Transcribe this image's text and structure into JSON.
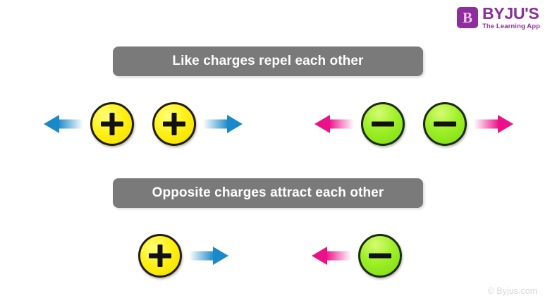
{
  "logo": {
    "mark_glyph": "B",
    "mark_icon": "byjus-book-icon",
    "title": "BYJU'S",
    "tagline": "The Learning App",
    "brand_color": "#8e2d9c"
  },
  "banners": {
    "repel": "Like charges repel each other",
    "attract": "Opposite charges attract each other",
    "background_color": "#7a7a7a",
    "text_color": "#ffffff"
  },
  "charges": {
    "positive_symbol": "+",
    "negative_symbol": "−",
    "positive_color": "#ffef12",
    "negative_color": "#9ff028",
    "positive_arrow_color": "#1b88c9",
    "negative_arrow_color": "#ec1089"
  },
  "diagram": {
    "rows": [
      {
        "id": "repel-positive",
        "label": "like positive charges repelling",
        "items": [
          {
            "kind": "arrow",
            "direction": "left",
            "color": "blue",
            "name": "force-arrow-left-blue"
          },
          {
            "kind": "charge",
            "polarity": "positive",
            "name": "positive-charge"
          },
          {
            "kind": "charge",
            "polarity": "positive",
            "name": "positive-charge"
          },
          {
            "kind": "arrow",
            "direction": "right",
            "color": "blue",
            "name": "force-arrow-right-blue"
          }
        ]
      },
      {
        "id": "repel-negative",
        "label": "like negative charges repelling",
        "items": [
          {
            "kind": "arrow",
            "direction": "left",
            "color": "pink",
            "name": "force-arrow-left-pink"
          },
          {
            "kind": "charge",
            "polarity": "negative",
            "name": "negative-charge"
          },
          {
            "kind": "charge",
            "polarity": "negative",
            "name": "negative-charge"
          },
          {
            "kind": "arrow",
            "direction": "right",
            "color": "pink",
            "name": "force-arrow-right-pink"
          }
        ]
      },
      {
        "id": "attract",
        "label": "opposite charges attracting",
        "items": [
          {
            "kind": "charge",
            "polarity": "positive",
            "name": "positive-charge"
          },
          {
            "kind": "arrow",
            "direction": "right",
            "color": "blue",
            "name": "force-arrow-right-blue"
          },
          {
            "kind": "arrow",
            "direction": "left",
            "color": "pink",
            "name": "force-arrow-left-pink"
          },
          {
            "kind": "charge",
            "polarity": "negative",
            "name": "negative-charge"
          }
        ]
      }
    ]
  },
  "footer": {
    "copyright": "© Byjus.com"
  }
}
